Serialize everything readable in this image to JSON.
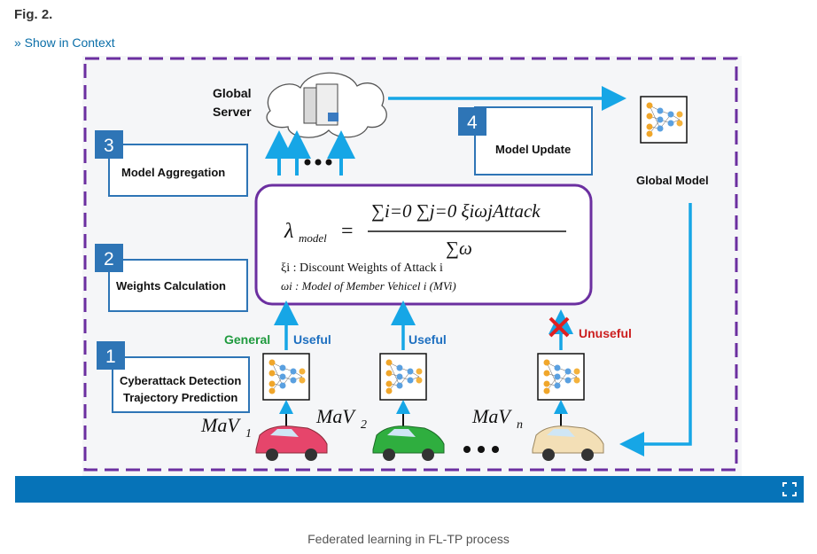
{
  "header": {
    "fig_title": "Fig. 2.",
    "context_link": "» Show in Context"
  },
  "figure": {
    "cloud_label_1": "Global",
    "cloud_label_2": "Server",
    "steps": [
      {
        "num": "3",
        "label": "Model Aggregation"
      },
      {
        "num": "2",
        "label": "Weights Calculation"
      },
      {
        "num": "1",
        "label_1": "Cyberattack Detection",
        "label_2": "Trajectory Prediction"
      },
      {
        "num": "4",
        "label": "Model Update"
      }
    ],
    "global_model_label": "Global Model",
    "formula": {
      "lhs": "λ",
      "lhs_sub": "model",
      "numerator": "∑i=0 ∑j=0 ξiωjAttack",
      "denominator": "∑ω",
      "def_1": "ξi : Discount Weights of Attack i",
      "def_2": "ωi : Model of Member Vehicel i (MVi)"
    },
    "tags": {
      "general": "General",
      "useful_1": "Useful",
      "useful_2": "Useful",
      "unuseful": "Unuseful"
    },
    "vehicles": [
      {
        "label": "MaV",
        "sub": "1",
        "color": "#e6456b"
      },
      {
        "label": "MaV",
        "sub": "2",
        "color": "#2fae3f"
      },
      {
        "label": "MaV",
        "sub": "n",
        "color": "#f3dfb6"
      }
    ],
    "colors": {
      "border": "#6b2fa0",
      "arrow": "#16a6e6",
      "step_box": "#2e75b6",
      "x_mark": "#e02020"
    }
  },
  "caption": "Federated learning in FL-TP process"
}
